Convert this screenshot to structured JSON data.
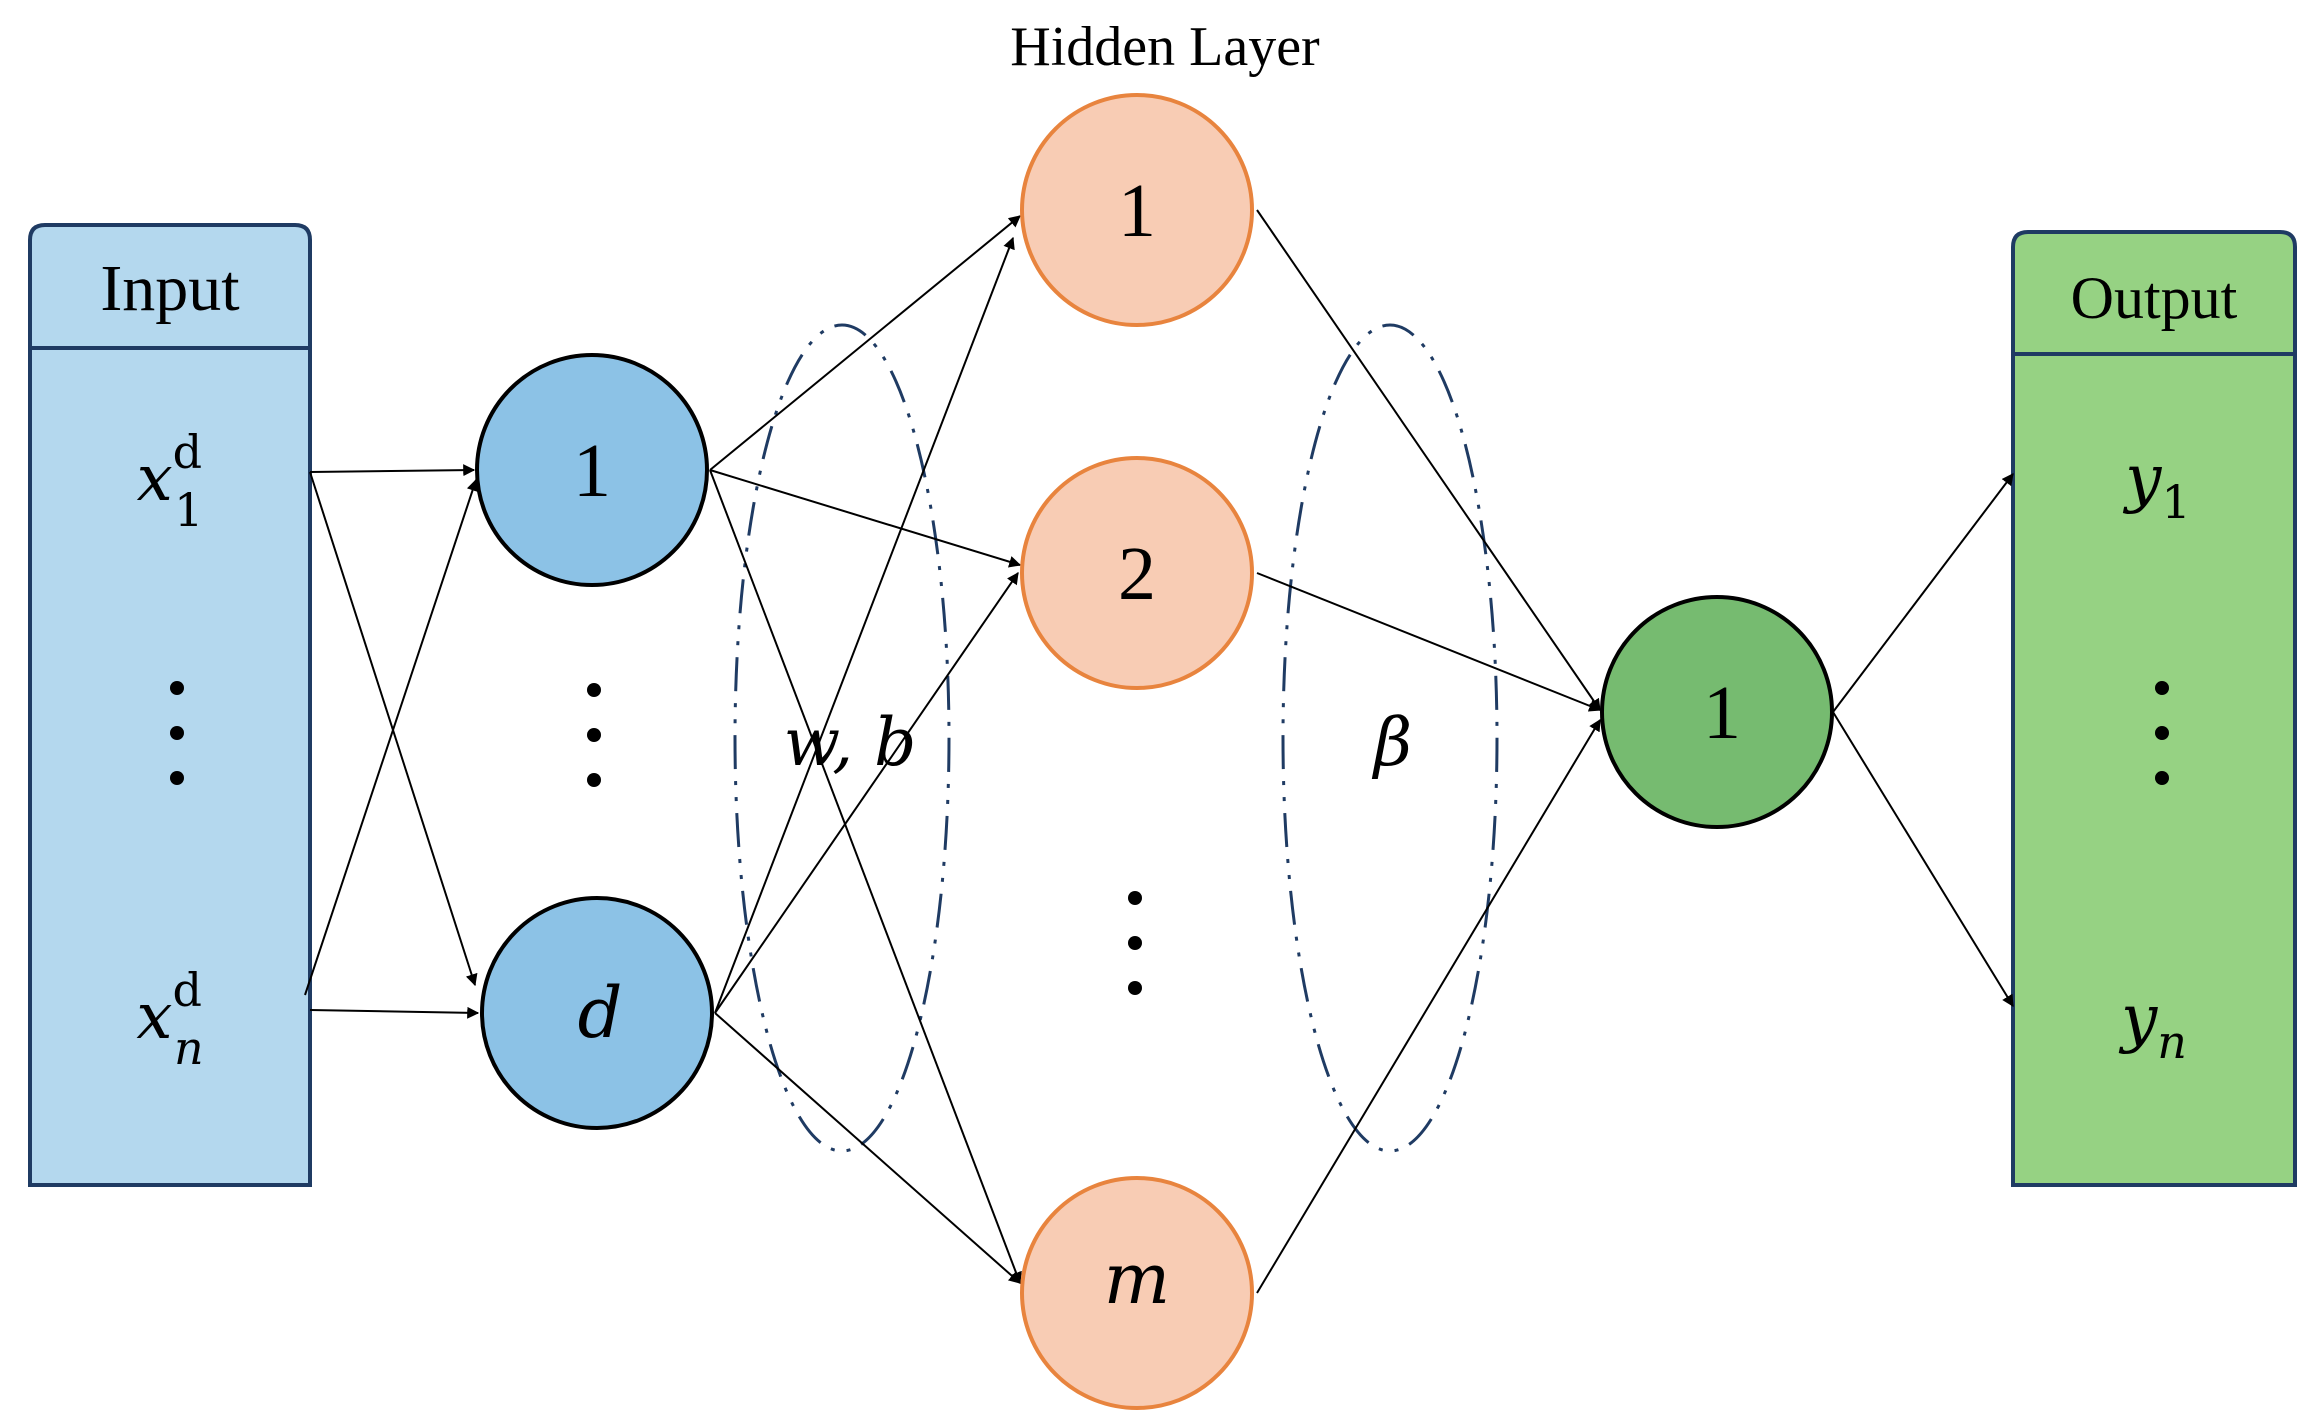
{
  "hidden_layer_title": "Hidden Layer",
  "input_panel": {
    "header": "Input",
    "first": "x",
    "first_sub": "1",
    "first_sup": "d",
    "last": "x",
    "last_sub": "n",
    "last_sup": "d"
  },
  "output_panel": {
    "header": "Output",
    "first": "y",
    "first_sub": "1",
    "last": "y",
    "last_sub": "n"
  },
  "input_nodes": [
    "1",
    "d"
  ],
  "hidden_nodes": [
    "1",
    "2",
    "m"
  ],
  "output_nodes": [
    "1"
  ],
  "weight_labels": {
    "input_to_hidden": "w, b",
    "hidden_to_output": "β"
  },
  "colors": {
    "input_panel_fill": "#b4d8ee",
    "input_node_fill": "#8cc2e6",
    "hidden_node_fill": "#f8ccb4",
    "hidden_node_stroke": "#e8843e",
    "output_node_fill": "#76bb70",
    "output_panel_fill": "#96d283",
    "panel_stroke": "#1f3b63",
    "ellipse_stroke": "#1f3b63"
  }
}
